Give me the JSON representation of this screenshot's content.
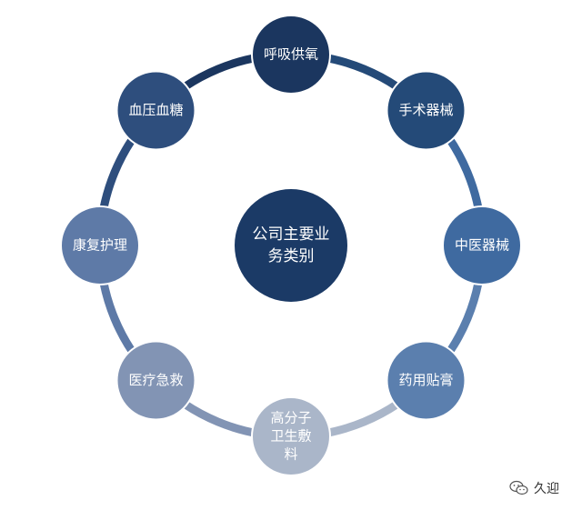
{
  "diagram": {
    "center": {
      "lines": [
        "公司主要业",
        "务类别"
      ],
      "color": "#1b3a66"
    },
    "nodes": [
      {
        "lines": [
          "呼吸供氧"
        ],
        "color": "#1b365f"
      },
      {
        "lines": [
          "手术器械"
        ],
        "color": "#244a78"
      },
      {
        "lines": [
          "中医器械"
        ],
        "color": "#3f6aa0"
      },
      {
        "lines": [
          "药用贴膏"
        ],
        "color": "#5b7fae"
      },
      {
        "lines": [
          "高分子",
          "卫生敷",
          "料"
        ],
        "color": "#aab6c9"
      },
      {
        "lines": [
          "医疗急救"
        ],
        "color": "#8294b4"
      },
      {
        "lines": [
          "康复护理"
        ],
        "color": "#5e7aa7"
      },
      {
        "lines": [
          "血压血糖"
        ],
        "color": "#2e4e7d"
      }
    ]
  },
  "watermark": {
    "text": "久迎",
    "icon": "wechat-icon"
  }
}
